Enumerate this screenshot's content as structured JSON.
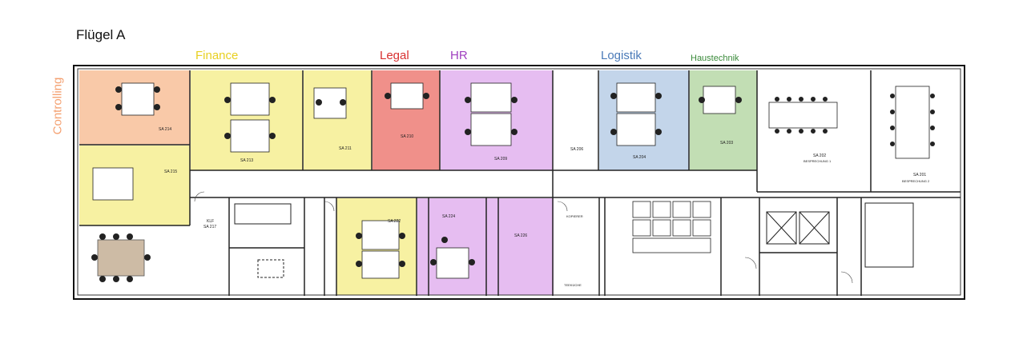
{
  "title": "Flügel A",
  "departments": {
    "controlling": {
      "label": "Controlling",
      "color": "#F4A070"
    },
    "finance": {
      "label": "Finance",
      "color": "#E8D020"
    },
    "legal": {
      "label": "Legal",
      "color": "#D83030"
    },
    "hr": {
      "label": "HR",
      "color": "#A040C0"
    },
    "logistik": {
      "label": "Logistik",
      "color": "#4A7AB8"
    },
    "haustechnik": {
      "label": "Haustechnik",
      "color": "#3A8A3A"
    }
  },
  "rooms": {
    "sa214": "SA 214",
    "sa213": "SA 213",
    "sa211": "SA 211",
    "sa210": "SA 210",
    "sa209": "SA 209",
    "sa206": "SA 206",
    "sa204": "SA 204",
    "sa203": "SA 203",
    "sa202": "SA 202",
    "sa202_name": "BESPRECHUNG 1",
    "sa201": "SA 201",
    "sa201_name": "BESPRECHUNG 2",
    "sa215": "SA 215",
    "klf": "KLF",
    "sa217": "SA 217",
    "sa222": "SA 222",
    "sa224": "SA 224",
    "sa226": "SA 226",
    "kopierer": "KOPIERER",
    "teekueche": "TEEKÜCHE"
  },
  "fill_colors": {
    "controlling": "#F9C9A8",
    "finance": "#F7F1A2",
    "legal": "#F0908A",
    "hr": "#E6BDF1",
    "logistik": "#C3D5EA",
    "haustechnik": "#C2DEB4"
  }
}
